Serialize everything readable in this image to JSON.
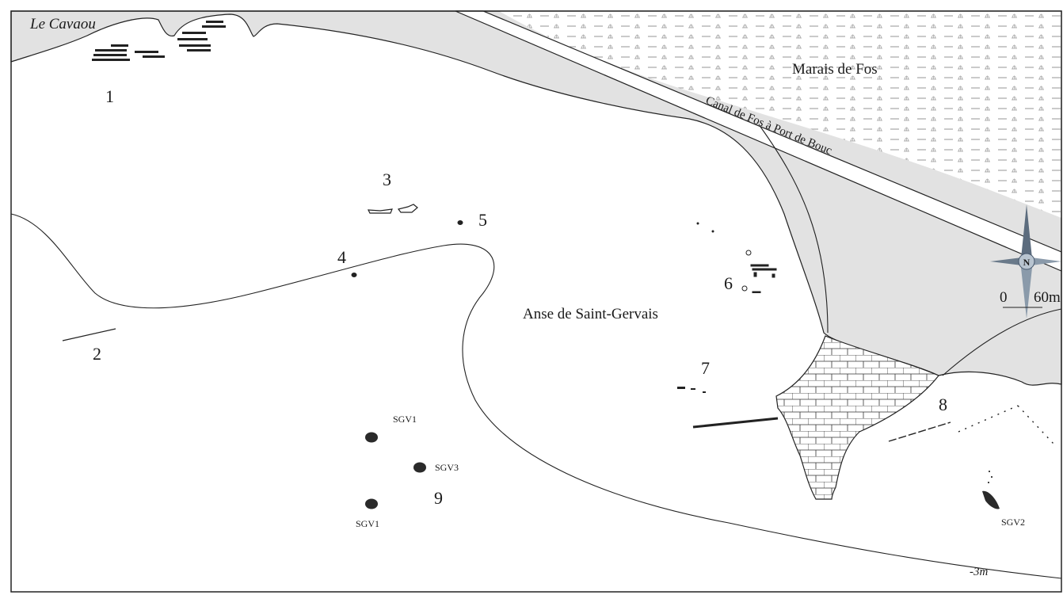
{
  "map": {
    "place_names": {
      "le_cavaou": "Le Cavaou",
      "marais_de_fos": "Marais de Fos",
      "canal": "Canal de Fos à Port de Bouc",
      "anse": "Anse de Saint-Gervais"
    },
    "site_numbers": [
      "1",
      "2",
      "3",
      "4",
      "5",
      "6",
      "7",
      "8",
      "9"
    ],
    "wreck_labels": {
      "sgv1_top": "SGV1",
      "sgv3": "SGV3",
      "sgv1_bottom": "SGV1",
      "sgv2": "SGV2"
    },
    "depth_label": "-3m",
    "compass": {
      "north_letter": "N",
      "icon": "compass-rose-icon"
    },
    "scale": {
      "start": "0",
      "end": "60m"
    },
    "colors": {
      "land": "#e2e2e2",
      "water": "#ffffff",
      "outline": "#222222",
      "marsh_symbol": "#9a9a9a"
    }
  }
}
